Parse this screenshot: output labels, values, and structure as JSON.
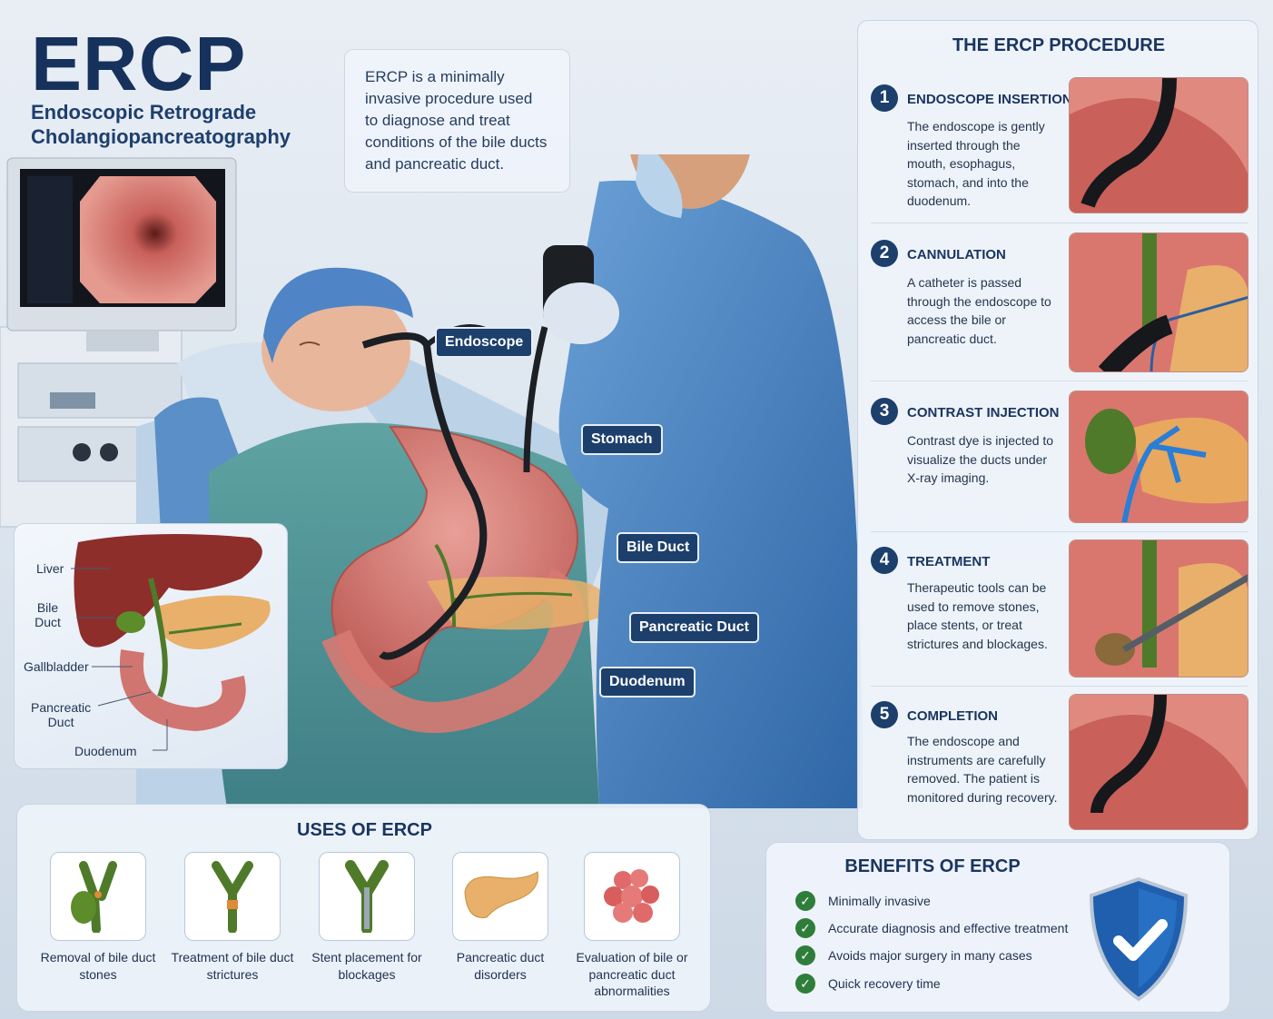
{
  "header": {
    "title": "ERCP",
    "subtitle": "Endoscopic Retrograde Cholangiopancreatography",
    "intro": "ERCP is a minimally invasive procedure used to diagnose and treat conditions of the bile ducts and pancreatic duct."
  },
  "callouts": {
    "endoscope": "Endoscope",
    "stomach": "Stomach",
    "bile_duct": "Bile Duct",
    "pancreatic_duct": "Pancreatic Duct",
    "duodenum": "Duodenum"
  },
  "inset": {
    "liver": "Liver",
    "bile_duct": "Bile\nDuct",
    "gallbladder": "Gallbladder",
    "pancreatic_duct": "Pancreatic\nDuct",
    "duodenum": "Duodenum"
  },
  "procedure": {
    "title": "THE ERCP PROCEDURE",
    "steps": [
      {
        "num": "1",
        "title": "ENDOSCOPE INSERTION",
        "desc": "The endoscope is gently inserted through the mouth, esophagus, stomach, and into the duodenum."
      },
      {
        "num": "2",
        "title": "CANNULATION",
        "desc": "A catheter is passed through the endoscope to access the bile or pancreatic duct."
      },
      {
        "num": "3",
        "title": "CONTRAST INJECTION",
        "desc": "Contrast dye is injected to visualize the ducts under X-ray imaging."
      },
      {
        "num": "4",
        "title": "TREATMENT",
        "desc": "Therapeutic tools can be used to remove stones, place stents, or treat strictures and blockages."
      },
      {
        "num": "5",
        "title": "COMPLETION",
        "desc": "The endoscope and instruments are carefully removed. The patient is monitored during recovery."
      }
    ]
  },
  "uses": {
    "title": "USES OF ERCP",
    "items": [
      {
        "label": "Removal of bile duct stones",
        "icon": "bile-duct-stones-icon"
      },
      {
        "label": "Treatment of bile duct strictures",
        "icon": "bile-duct-stricture-icon"
      },
      {
        "label": "Stent placement for blockages",
        "icon": "stent-icon"
      },
      {
        "label": "Pancreatic duct disorders",
        "icon": "pancreas-icon"
      },
      {
        "label": "Evaluation of bile or pancreatic duct abnormalities",
        "icon": "tissue-cluster-icon"
      }
    ]
  },
  "benefits": {
    "title": "BENEFITS OF ERCP",
    "items": [
      "Minimally invasive",
      "Accurate diagnosis and effective treatment",
      "Avoids major surgery in many cases",
      "Quick recovery time"
    ],
    "icon": "shield-check-icon"
  },
  "colors": {
    "navy": "#1c3f6c",
    "tissue": "#d9776f",
    "bile_green": "#4f7a2a",
    "pancreas": "#e8b06a",
    "check_green": "#2f7d3a",
    "gown_blue": "#4d86c4"
  }
}
